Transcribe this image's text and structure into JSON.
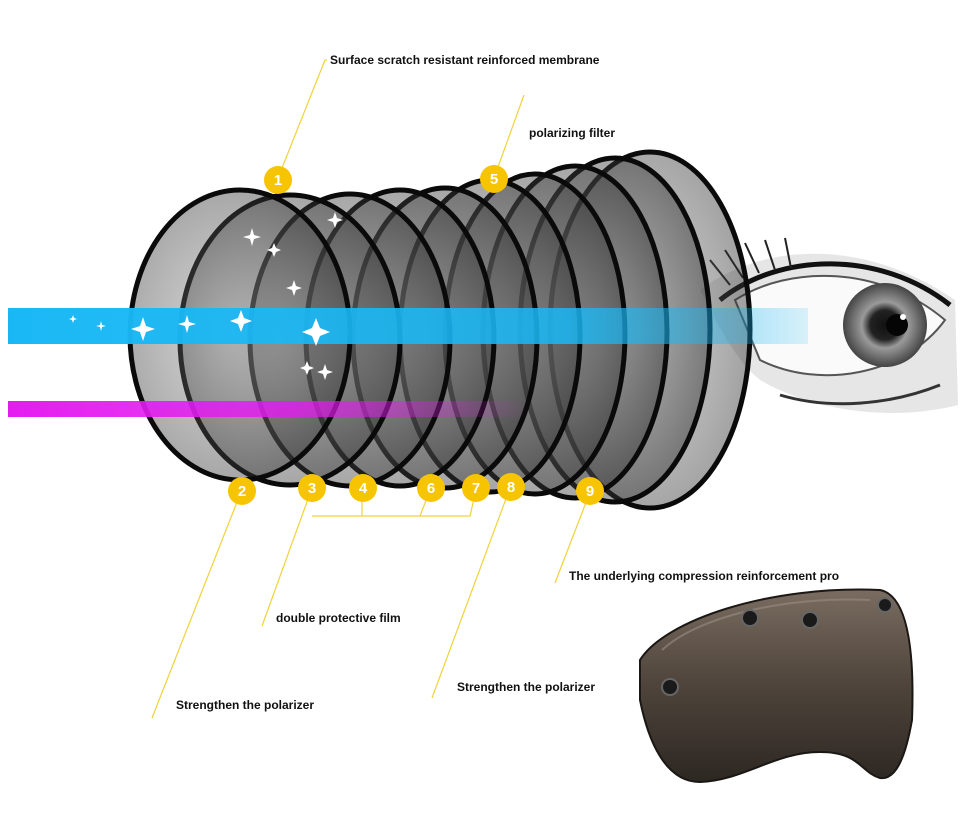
{
  "colors": {
    "callout_fill": "#f6c400",
    "callout_text": "#ffffff",
    "leader_line": "#f2d23a",
    "cyan_beam": "#19b8f5",
    "magenta_beam": "#e41bf0",
    "lens_edge": "#0a0a0a",
    "visor_tint": "#5a4f45"
  },
  "icons": {
    "eye": "eye-icon",
    "visor": "helmet-visor-icon"
  },
  "callouts": [
    {
      "number": "1"
    },
    {
      "number": "2"
    },
    {
      "number": "3"
    },
    {
      "number": "4"
    },
    {
      "number": "5"
    },
    {
      "number": "6"
    },
    {
      "number": "7"
    },
    {
      "number": "8"
    },
    {
      "number": "9"
    }
  ],
  "labels": {
    "surface": "Surface scratch resistant reinforced membrane",
    "polarizing": "polarizing filter",
    "underlying": "The underlying compression reinforcement pro",
    "double_film": "double protective film",
    "strengthen_left": "Strengthen the polarizer",
    "strengthen_right": "Strengthen the polarizer"
  }
}
